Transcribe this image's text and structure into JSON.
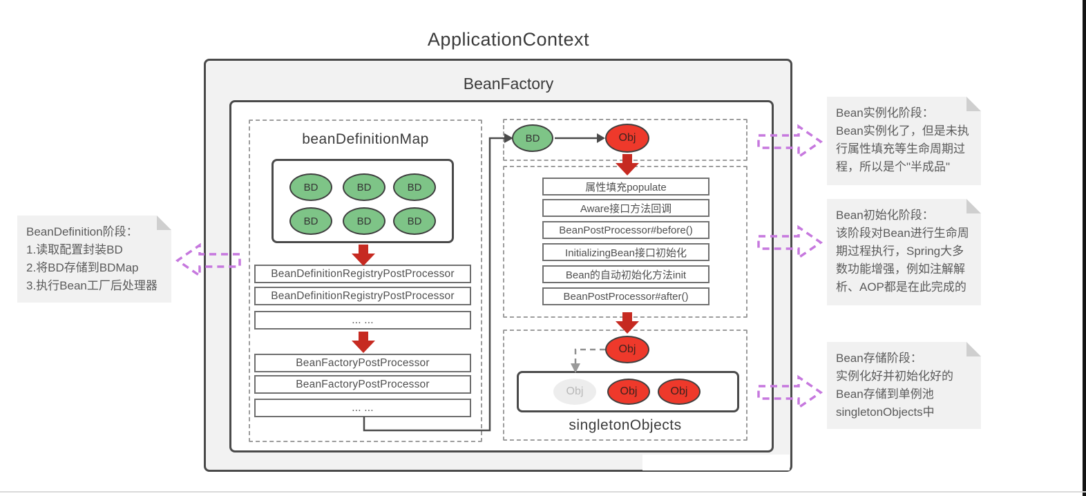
{
  "title": "ApplicationContext",
  "bean_factory": {
    "title": "BeanFactory"
  },
  "bean_definition_map": {
    "title": "beanDefinitionMap",
    "bd_ovals": [
      "BD",
      "BD",
      "BD",
      "BD",
      "BD",
      "BD"
    ],
    "processors": [
      "BeanDefinitionRegistryPostProcessor",
      "BeanDefinitionRegistryPostProcessor",
      "... ...",
      "BeanFactoryPostProcessor",
      "BeanFactoryPostProcessor",
      "... ..."
    ]
  },
  "instantiation": {
    "bd_label": "BD",
    "obj_label": "Obj"
  },
  "initialization": {
    "steps": [
      "属性填充populate",
      "Aware接口方法回调",
      "BeanPostProcessor#before()",
      "InitializingBean接口初始化",
      "Bean的自动初始化方法init",
      "BeanPostProcessor#after()"
    ]
  },
  "storage": {
    "obj_label": "Obj",
    "pool_label": "singletonObjects",
    "pool_objs": [
      {
        "label": "Obj",
        "faded": true
      },
      {
        "label": "Obj",
        "faded": false
      },
      {
        "label": "Obj",
        "faded": false
      }
    ]
  },
  "notes": {
    "bean_definition": {
      "lines": [
        "BeanDefinition阶段：",
        "1.读取配置封装BD",
        "2.将BD存储到BDMap",
        "3.执行Bean工厂后处理器"
      ]
    },
    "instantiation": {
      "lines": [
        "Bean实例化阶段：",
        "Bean实例化了，但是未执",
        "行属性填充等生命周期过",
        "程，所以是个\"半成品\""
      ]
    },
    "initialization": {
      "lines": [
        "Bean初始化阶段：",
        "该阶段对Bean进行生命周",
        "期过程执行，Spring大多",
        "数功能增强，例如注解解",
        "析、AOP都是在此完成的"
      ]
    },
    "storage": {
      "lines": [
        "Bean存储阶段：",
        "实例化好并初始化好的",
        "Bean存储到单例池",
        "singletonObjects中"
      ]
    }
  },
  "colors": {
    "green": "#7ec487",
    "red": "#ee392b",
    "arrow-red": "#c62a21",
    "purple": "#c678de",
    "border-dark": "#4a4a4a",
    "dashed": "#9c9c9c",
    "note-bg": "#f1f1f1",
    "note-fold": "#cfcfcf",
    "box-bg": "#f2f2f2",
    "faded-fill": "#ededed",
    "faded-text": "#b8b8b8",
    "gray-dash": "#909090"
  }
}
